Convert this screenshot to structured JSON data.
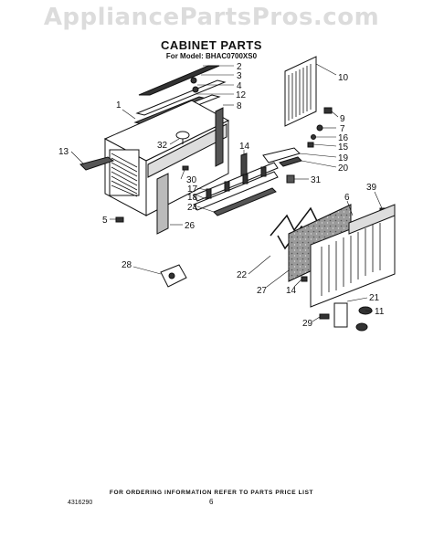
{
  "watermark": "AppliancePartsPros.com",
  "title": "CABINET PARTS",
  "subtitle": "For Model: BHAC0700XS0",
  "callouts": [
    {
      "id": "c2",
      "label": "2"
    },
    {
      "id": "c3",
      "label": "3"
    },
    {
      "id": "c4",
      "label": "4"
    },
    {
      "id": "c12",
      "label": "12"
    },
    {
      "id": "c8",
      "label": "8"
    },
    {
      "id": "c1",
      "label": "1"
    },
    {
      "id": "c10",
      "label": "10"
    },
    {
      "id": "c9",
      "label": "9"
    },
    {
      "id": "c7",
      "label": "7"
    },
    {
      "id": "c16",
      "label": "16"
    },
    {
      "id": "c15",
      "label": "15"
    },
    {
      "id": "c19",
      "label": "19"
    },
    {
      "id": "c20",
      "label": "20"
    },
    {
      "id": "c13",
      "label": "13"
    },
    {
      "id": "c32",
      "label": "32"
    },
    {
      "id": "c14a",
      "label": "14"
    },
    {
      "id": "c30",
      "label": "30"
    },
    {
      "id": "c17",
      "label": "17"
    },
    {
      "id": "c18",
      "label": "18"
    },
    {
      "id": "c24",
      "label": "24"
    },
    {
      "id": "c31",
      "label": "31"
    },
    {
      "id": "c39",
      "label": "39"
    },
    {
      "id": "c6",
      "label": "6"
    },
    {
      "id": "c5",
      "label": "5"
    },
    {
      "id": "c26",
      "label": "26"
    },
    {
      "id": "c28",
      "label": "28"
    },
    {
      "id": "c22",
      "label": "22"
    },
    {
      "id": "c27",
      "label": "27"
    },
    {
      "id": "c14b",
      "label": "14"
    },
    {
      "id": "c21",
      "label": "21"
    },
    {
      "id": "c11",
      "label": "11"
    },
    {
      "id": "c29",
      "label": "29"
    }
  ],
  "footer_note": "FOR ORDERING INFORMATION REFER TO PARTS PRICE LIST",
  "page_number": "6",
  "document_number": "4316290"
}
